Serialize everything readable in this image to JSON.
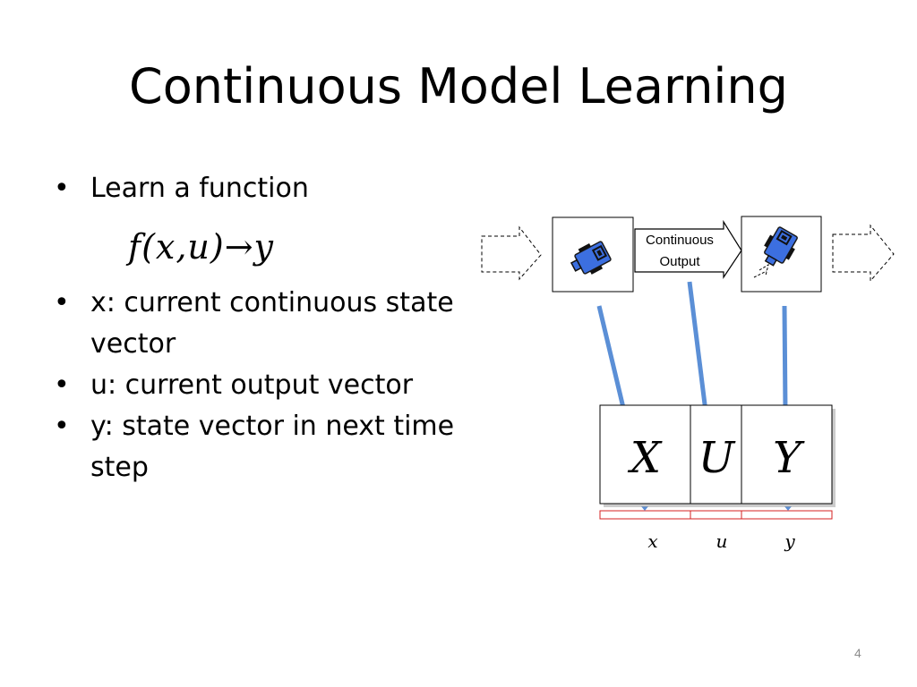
{
  "slide": {
    "title": "Continuous Model Learning",
    "page_number": "4"
  },
  "bullets": [
    {
      "text": "Learn a function"
    },
    {
      "text": "x: current continuous state vector"
    },
    {
      "text": "u: current output vector"
    },
    {
      "text": "y: state vector in next time step"
    }
  ],
  "formula": "f(x,u)→y",
  "diagram": {
    "output_label_line1": "Continuous",
    "output_label_line2": "Output",
    "vector_labels": [
      "X",
      "U",
      "Y"
    ],
    "sub_labels": [
      "x",
      "u",
      "y"
    ],
    "colors": {
      "robot_blue": "#3c6fe0",
      "connector_blue": "#5b8fd6",
      "row_red": "#d62020"
    },
    "icons": [
      "robot-icon",
      "robot-icon"
    ]
  }
}
